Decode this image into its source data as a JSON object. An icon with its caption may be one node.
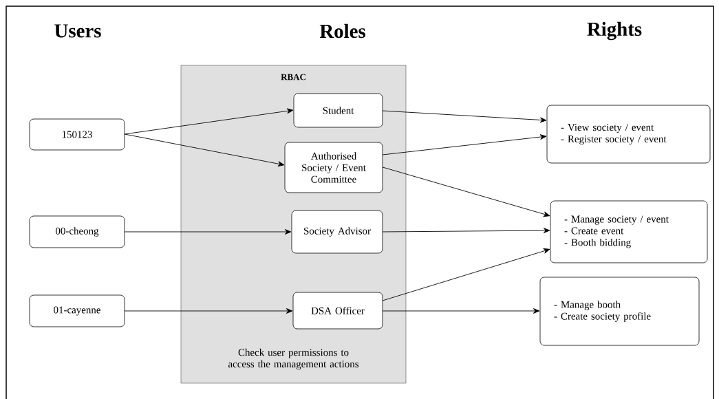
{
  "diagram": {
    "nodes": [
      {
        "text": [
          "RBAC",
          "Check user permissions to access the management actions"
        ]
      },
      {
        "text": [
          "150123"
        ]
      },
      {
        "text": [
          "00-cheong"
        ]
      },
      {
        "text": [
          "01-cayenne"
        ]
      },
      {
        "text": [
          "Student"
        ],
        "in": 0
      },
      {
        "text": [
          "Authorised Society / Event Committee"
        ],
        "in": 0
      },
      {
        "text": [
          "Society Advisor"
        ],
        "in": 0
      },
      {
        "text": [
          "DSA Officer"
        ],
        "in": 0
      },
      {
        "text": [
          "- View society / event",
          "- Register society / event"
        ]
      },
      {
        "text": [
          "- Manage society / event",
          "- Create event",
          "- Booth bidding"
        ]
      },
      {
        "text": [
          "- Manage booth",
          "- Create society profile"
        ]
      }
    ],
    "edges": [
      {
        "from": 1,
        "to": 4,
        "arrow": "to"
      },
      {
        "from": 1,
        "to": 5,
        "arrow": "to"
      },
      {
        "from": 2,
        "to": 6,
        "arrow": "to"
      },
      {
        "from": 3,
        "to": 7,
        "arrow": "to"
      },
      {
        "from": 4,
        "to": 8,
        "arrow": "to"
      },
      {
        "from": 5,
        "to": 8,
        "arrow": "to"
      },
      {
        "from": 5,
        "to": 9,
        "arrow": "to"
      },
      {
        "from": 6,
        "to": 9,
        "arrow": "to"
      },
      {
        "from": 7,
        "to": 9,
        "arrow": "to"
      },
      {
        "from": 7,
        "to": 10,
        "arrow": "to"
      }
    ],
    "labels": [
      "Users",
      "Roles",
      "Rights"
    ]
  }
}
